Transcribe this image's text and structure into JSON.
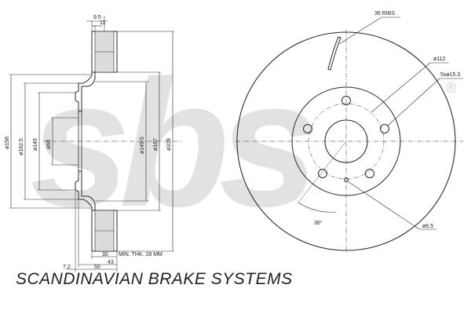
{
  "watermark": {
    "logo_text": "sbs",
    "registered_mark": "®",
    "tagline": "SCANDINAVIAN BRAKE SYSTEMS"
  },
  "side_view": {
    "top_dims": [
      "9.5",
      "11"
    ],
    "left_dims": [
      "ø158",
      "ø162.5",
      "ø149",
      "ø68"
    ],
    "right_dims": [
      "ø149.5",
      "ø187",
      "ø318"
    ],
    "bottom_dims": [
      "30",
      "MIN. THK. 28 MM",
      "43",
      "7.2",
      "50"
    ]
  },
  "front_view": {
    "ribs_label": "36 RIBS",
    "pcd_label": "ø112",
    "holes_label": "5xø15.3",
    "angle_label": "36°",
    "small_hole_label": "ø6.5"
  },
  "colors": {
    "line": "#2a2a2a",
    "watermark": "#d0d0d0"
  }
}
